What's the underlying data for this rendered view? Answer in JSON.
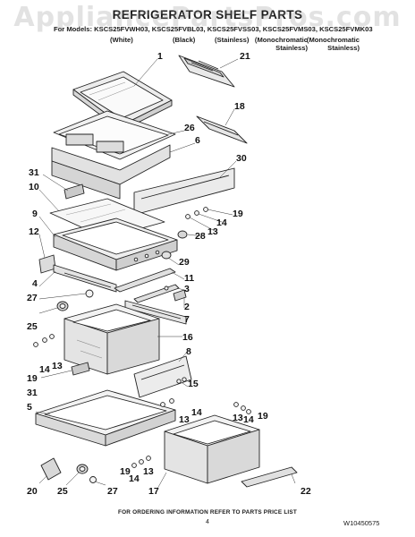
{
  "watermark": "AppliancePartsPros.com",
  "title": "REFRIGERATOR SHELF PARTS",
  "models_line": "For Models: KSCS25FVWH03, KSCS25FVBL03, KSCS25FVSS03, KSCS25FVMS03, KSCS25FVMK03",
  "variants": [
    {
      "line1": "(White)",
      "line2": ""
    },
    {
      "line1": "(Black)",
      "line2": ""
    },
    {
      "line1": "(Stainless)",
      "line2": ""
    },
    {
      "line1": "(Monochromatic",
      "line2": "Stainless)"
    },
    {
      "line1": "(Monochromatic",
      "line2": "Stainless)"
    }
  ],
  "callouts": {
    "c1": "1",
    "c21": "21",
    "c18": "18",
    "c26": "26",
    "c6": "6",
    "c30": "30",
    "c31a": "31",
    "c10": "10",
    "c9": "9",
    "c12": "12",
    "c4": "4",
    "c27a": "27",
    "c25a": "25",
    "c19a": "19",
    "c14a": "14",
    "c13a": "13",
    "c28": "28",
    "c29": "29",
    "c11": "11",
    "c3": "3",
    "c2": "2",
    "c7": "7",
    "c16": "16",
    "c8": "8",
    "c19b": "19",
    "c14b": "14",
    "c13b": "13",
    "c31b": "31",
    "c15": "15",
    "c5": "5",
    "c13c": "13",
    "c14c": "14",
    "c14d": "14",
    "c19c": "19",
    "c13d": "13",
    "c20": "20",
    "c25b": "25",
    "c27b": "27",
    "c19d": "19",
    "c14e": "14",
    "c13e": "13",
    "c17": "17",
    "c22": "22"
  },
  "footer": "FOR ORDERING INFORMATION REFER TO PARTS PRICE LIST",
  "page_number": "4",
  "doc_number": "W10450575"
}
